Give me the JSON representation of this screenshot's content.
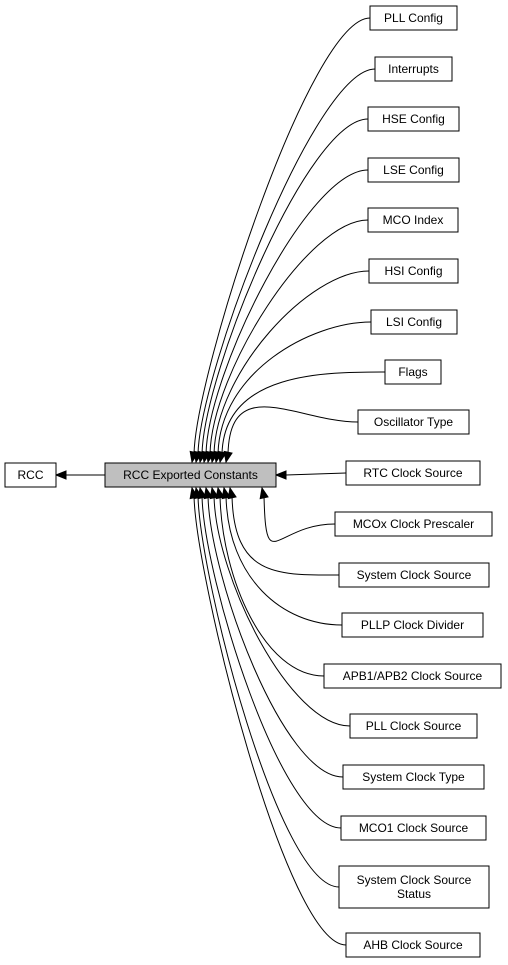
{
  "root_node": {
    "label": "RCC"
  },
  "current_node": {
    "label": "RCC Exported Constants"
  },
  "child_nodes": [
    {
      "id": "pll-config",
      "lines": [
        "PLL Config"
      ]
    },
    {
      "id": "interrupts",
      "lines": [
        "Interrupts"
      ]
    },
    {
      "id": "hse-config",
      "lines": [
        "HSE Config"
      ]
    },
    {
      "id": "lse-config",
      "lines": [
        "LSE Config"
      ]
    },
    {
      "id": "mco-index",
      "lines": [
        "MCO Index"
      ]
    },
    {
      "id": "hsi-config",
      "lines": [
        "HSI Config"
      ]
    },
    {
      "id": "lsi-config",
      "lines": [
        "LSI Config"
      ]
    },
    {
      "id": "flags",
      "lines": [
        "Flags"
      ]
    },
    {
      "id": "oscillator-type",
      "lines": [
        "Oscillator Type"
      ]
    },
    {
      "id": "rtc-clock-source",
      "lines": [
        "RTC Clock Source"
      ]
    },
    {
      "id": "mcox-clock-prescaler",
      "lines": [
        "MCOx Clock Prescaler"
      ]
    },
    {
      "id": "system-clock-source",
      "lines": [
        "System Clock Source"
      ]
    },
    {
      "id": "pllp-clock-divider",
      "lines": [
        "PLLP Clock Divider"
      ]
    },
    {
      "id": "apb1-apb2-clock-source",
      "lines": [
        "APB1/APB2 Clock Source"
      ]
    },
    {
      "id": "pll-clock-source",
      "lines": [
        "PLL Clock Source"
      ]
    },
    {
      "id": "system-clock-type",
      "lines": [
        "System Clock Type"
      ]
    },
    {
      "id": "mco1-clock-source",
      "lines": [
        "MCO1 Clock Source"
      ]
    },
    {
      "id": "system-clock-source-status",
      "lines": [
        "System Clock Source",
        "Status"
      ]
    },
    {
      "id": "ahb-clock-source",
      "lines": [
        "AHB Clock Source"
      ]
    }
  ]
}
